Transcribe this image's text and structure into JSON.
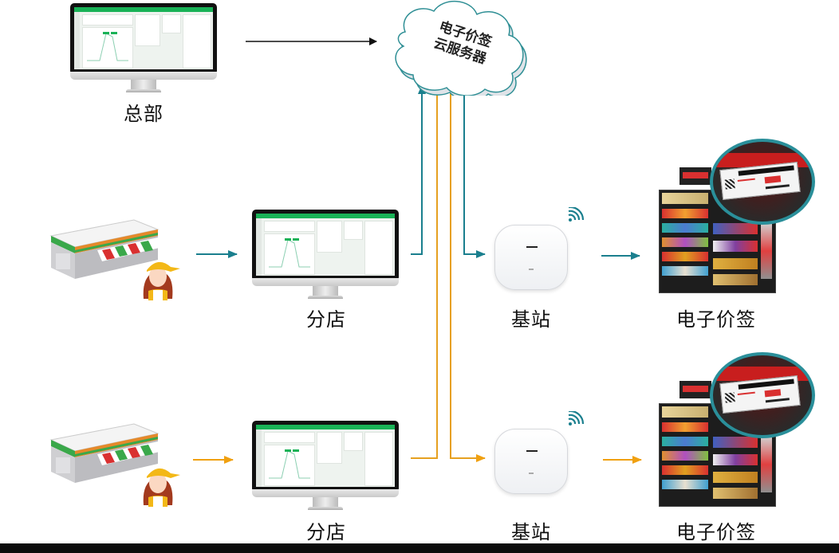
{
  "colors": {
    "teal": "#1a7f8e",
    "orange": "#e6a020",
    "black_arrow": "#111111",
    "screen_green": "#19b257"
  },
  "cloud": {
    "icon": "cloud-icon",
    "line1": "电子价签",
    "line2": "云服务器"
  },
  "headquarters": {
    "icon": "monitor-icon",
    "label": "总部"
  },
  "branches": [
    {
      "store_icon": "store-icon",
      "staff_icon": "staff-icon",
      "monitor_icon": "monitor-icon",
      "label": "分店",
      "base_station": {
        "icon": "access-point-icon",
        "signal_icon": "wifi-signal-icon",
        "label": "基站"
      },
      "esl": {
        "icon": "shelf-esl-icon",
        "label": "电子价签"
      },
      "flow_color": "teal"
    },
    {
      "store_icon": "store-icon",
      "staff_icon": "staff-icon",
      "monitor_icon": "monitor-icon",
      "label": "分店",
      "base_station": {
        "icon": "access-point-icon",
        "signal_icon": "wifi-signal-icon",
        "label": "基站"
      },
      "esl": {
        "icon": "shelf-esl-icon",
        "label": "电子价签"
      },
      "flow_color": "orange"
    }
  ]
}
